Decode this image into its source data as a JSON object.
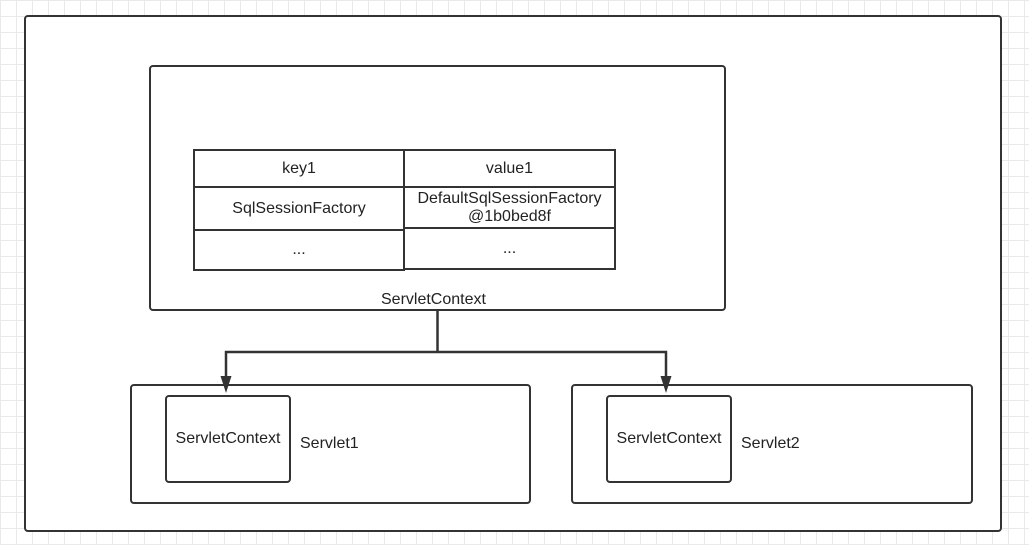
{
  "servlet_context": {
    "label": "ServletContext",
    "table": [
      [
        "key1",
        "value1"
      ],
      [
        "SqlSessionFactory",
        "DefaultSqlSessionFactory@1b0bed8f"
      ],
      [
        "...",
        "..."
      ]
    ]
  },
  "servlets": [
    {
      "label": "Servlet1",
      "inner_label": "ServletContext"
    },
    {
      "label": "Servlet2",
      "inner_label": "ServletContext"
    }
  ]
}
